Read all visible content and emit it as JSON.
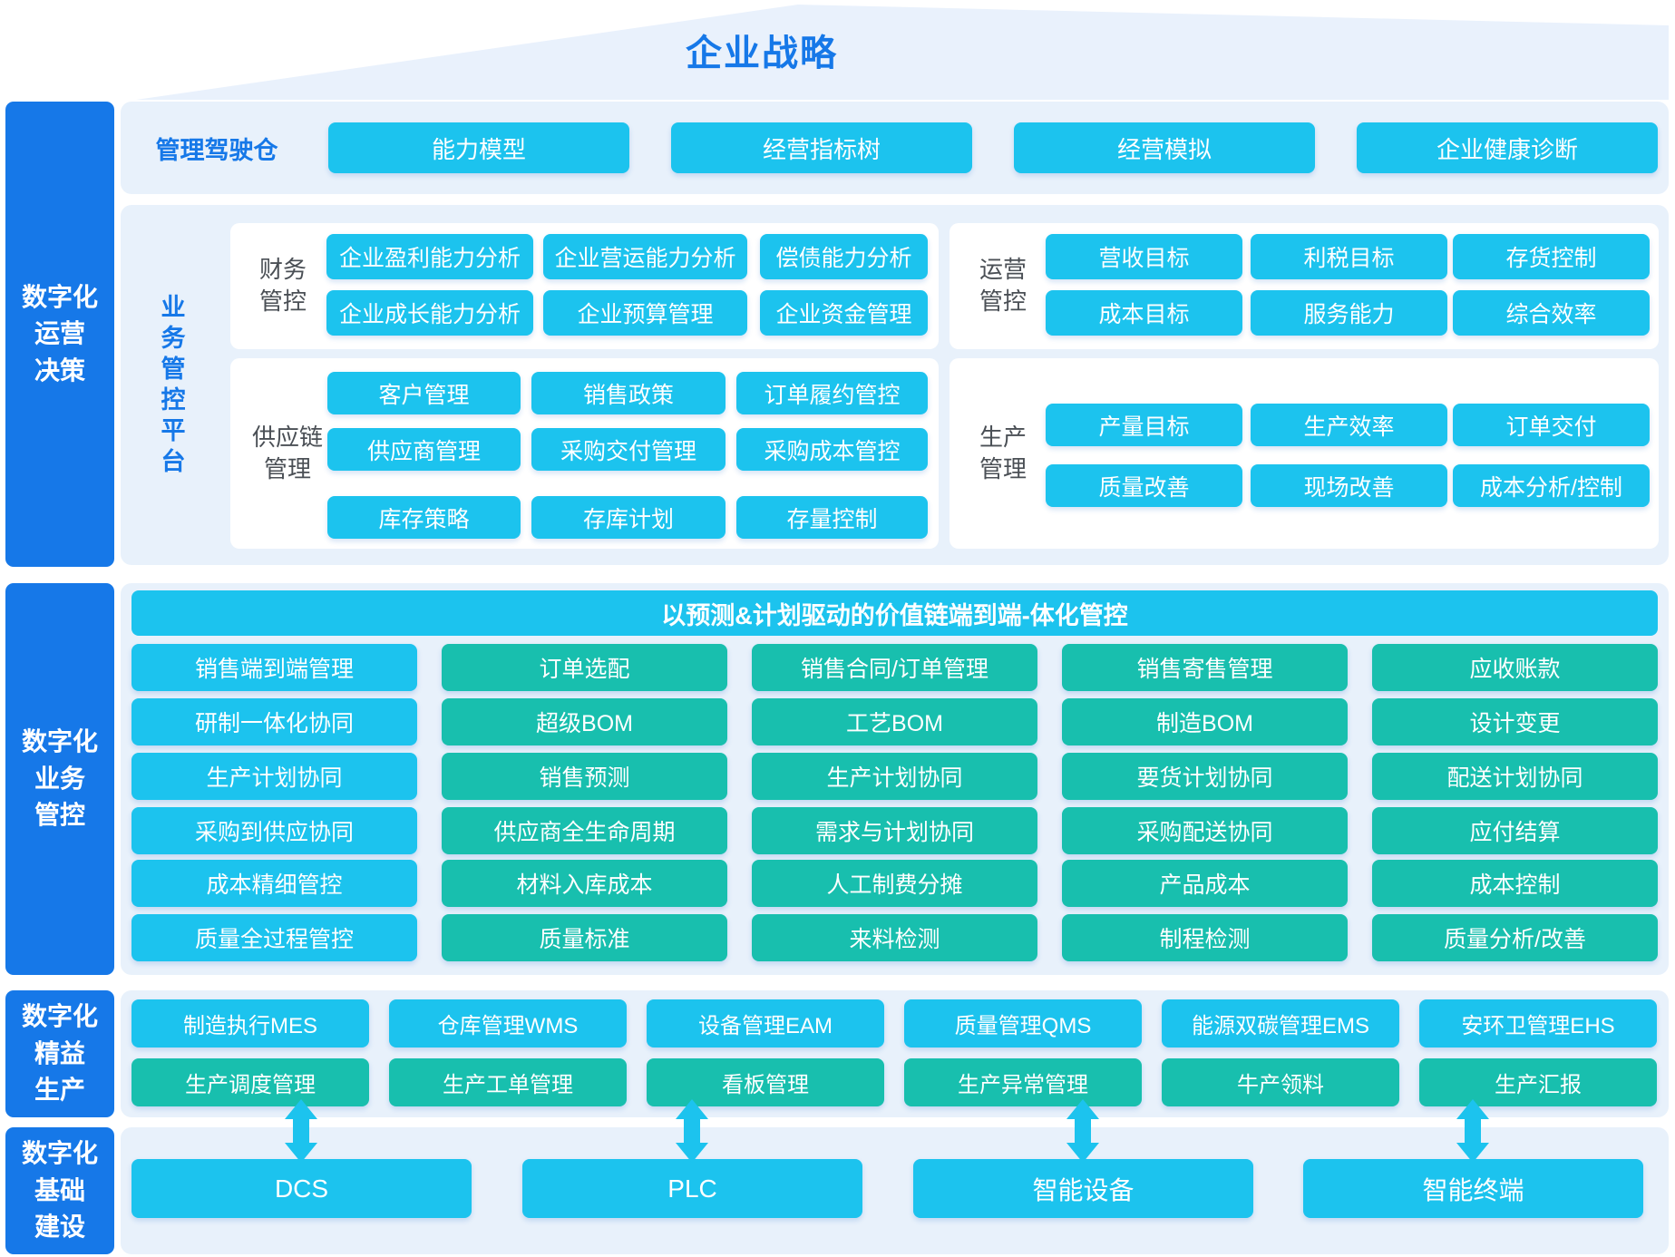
{
  "colors": {
    "accent_blue": "#1678e8",
    "cyan": "#1cc3ee",
    "teal": "#18bfae",
    "panel_bg": "#e8f1fb",
    "roof_bg": "#e9f1fc",
    "white": "#ffffff"
  },
  "roof": {
    "title": "企业战略"
  },
  "sidebar": {
    "items": [
      {
        "label": "数字化\n运营\n决策"
      },
      {
        "label": "数字化\n业务\n管控"
      },
      {
        "label": "数字化\n精益\n生产"
      },
      {
        "label": "数字化\n基础\n建设"
      }
    ]
  },
  "cockpit": {
    "label": "管理驾驶仓",
    "buttons": [
      "能力模型",
      "经营指标树",
      "经营模拟",
      "企业健康诊断"
    ]
  },
  "platform": {
    "label": "业务管控平台",
    "finance": {
      "label": "财务\n管控",
      "rows": [
        [
          "企业盈利能力分析",
          "企业营运能力分析",
          "偿债能力分析"
        ],
        [
          "企业成长能力分析",
          "企业预算管理",
          "企业资金管理"
        ]
      ]
    },
    "operations": {
      "label": "运营\n管控",
      "rows": [
        [
          "营收目标",
          "利税目标",
          "存货控制"
        ],
        [
          "成本目标",
          "服务能力",
          "综合效率"
        ]
      ]
    },
    "supply": {
      "label": "供应链\n管理",
      "rows": [
        [
          "客户管理",
          "销售政策",
          "订单履约管控"
        ],
        [
          "供应商管理",
          "采购交付管理",
          "采购成本管控"
        ],
        [
          "库存策略",
          "存库计划",
          "存量控制"
        ]
      ]
    },
    "production": {
      "label": "生产\n管理",
      "rows": [
        [
          "产量目标",
          "生产效率",
          "订单交付"
        ],
        [
          "质量改善",
          "现场改善",
          "成本分析/控制"
        ]
      ]
    }
  },
  "business": {
    "banner": "以预测&计划驱动的价值链端到端-体化管控",
    "rows": [
      [
        "销售端到端管理",
        "订单选配",
        "销售合同/订单管理",
        "销售寄售管理",
        "应收账款"
      ],
      [
        "研制一体化协同",
        "超级BOM",
        "工艺BOM",
        "制造BOM",
        "设计变更"
      ],
      [
        "生产计划协同",
        "销售预测",
        "生产计划协同",
        "要货计划协同",
        "配送计划协同"
      ],
      [
        "采购到供应协同",
        "供应商全生命周期",
        "需求与计划协同",
        "采购配送协同",
        "应付结算"
      ],
      [
        "成本精细管控",
        "材料入库成本",
        "人工制费分摊",
        "产品成本",
        "成本控制"
      ],
      [
        "质量全过程管控",
        "质量标准",
        "来料检测",
        "制程检测",
        "质量分析/改善"
      ]
    ]
  },
  "lean": {
    "rows": [
      [
        "制造执行MES",
        "仓库管理WMS",
        "设备管理EAM",
        "质量管理QMS",
        "能源双碳管理EMS",
        "安环卫管理EHS"
      ],
      [
        "生产调度管理",
        "生产工单管理",
        "看板管理",
        "生产异常管理",
        "牛产领料",
        "生产汇报"
      ]
    ]
  },
  "infrastructure": {
    "boxes": [
      "DCS",
      "PLC",
      "智能设备",
      "智能终端"
    ]
  }
}
